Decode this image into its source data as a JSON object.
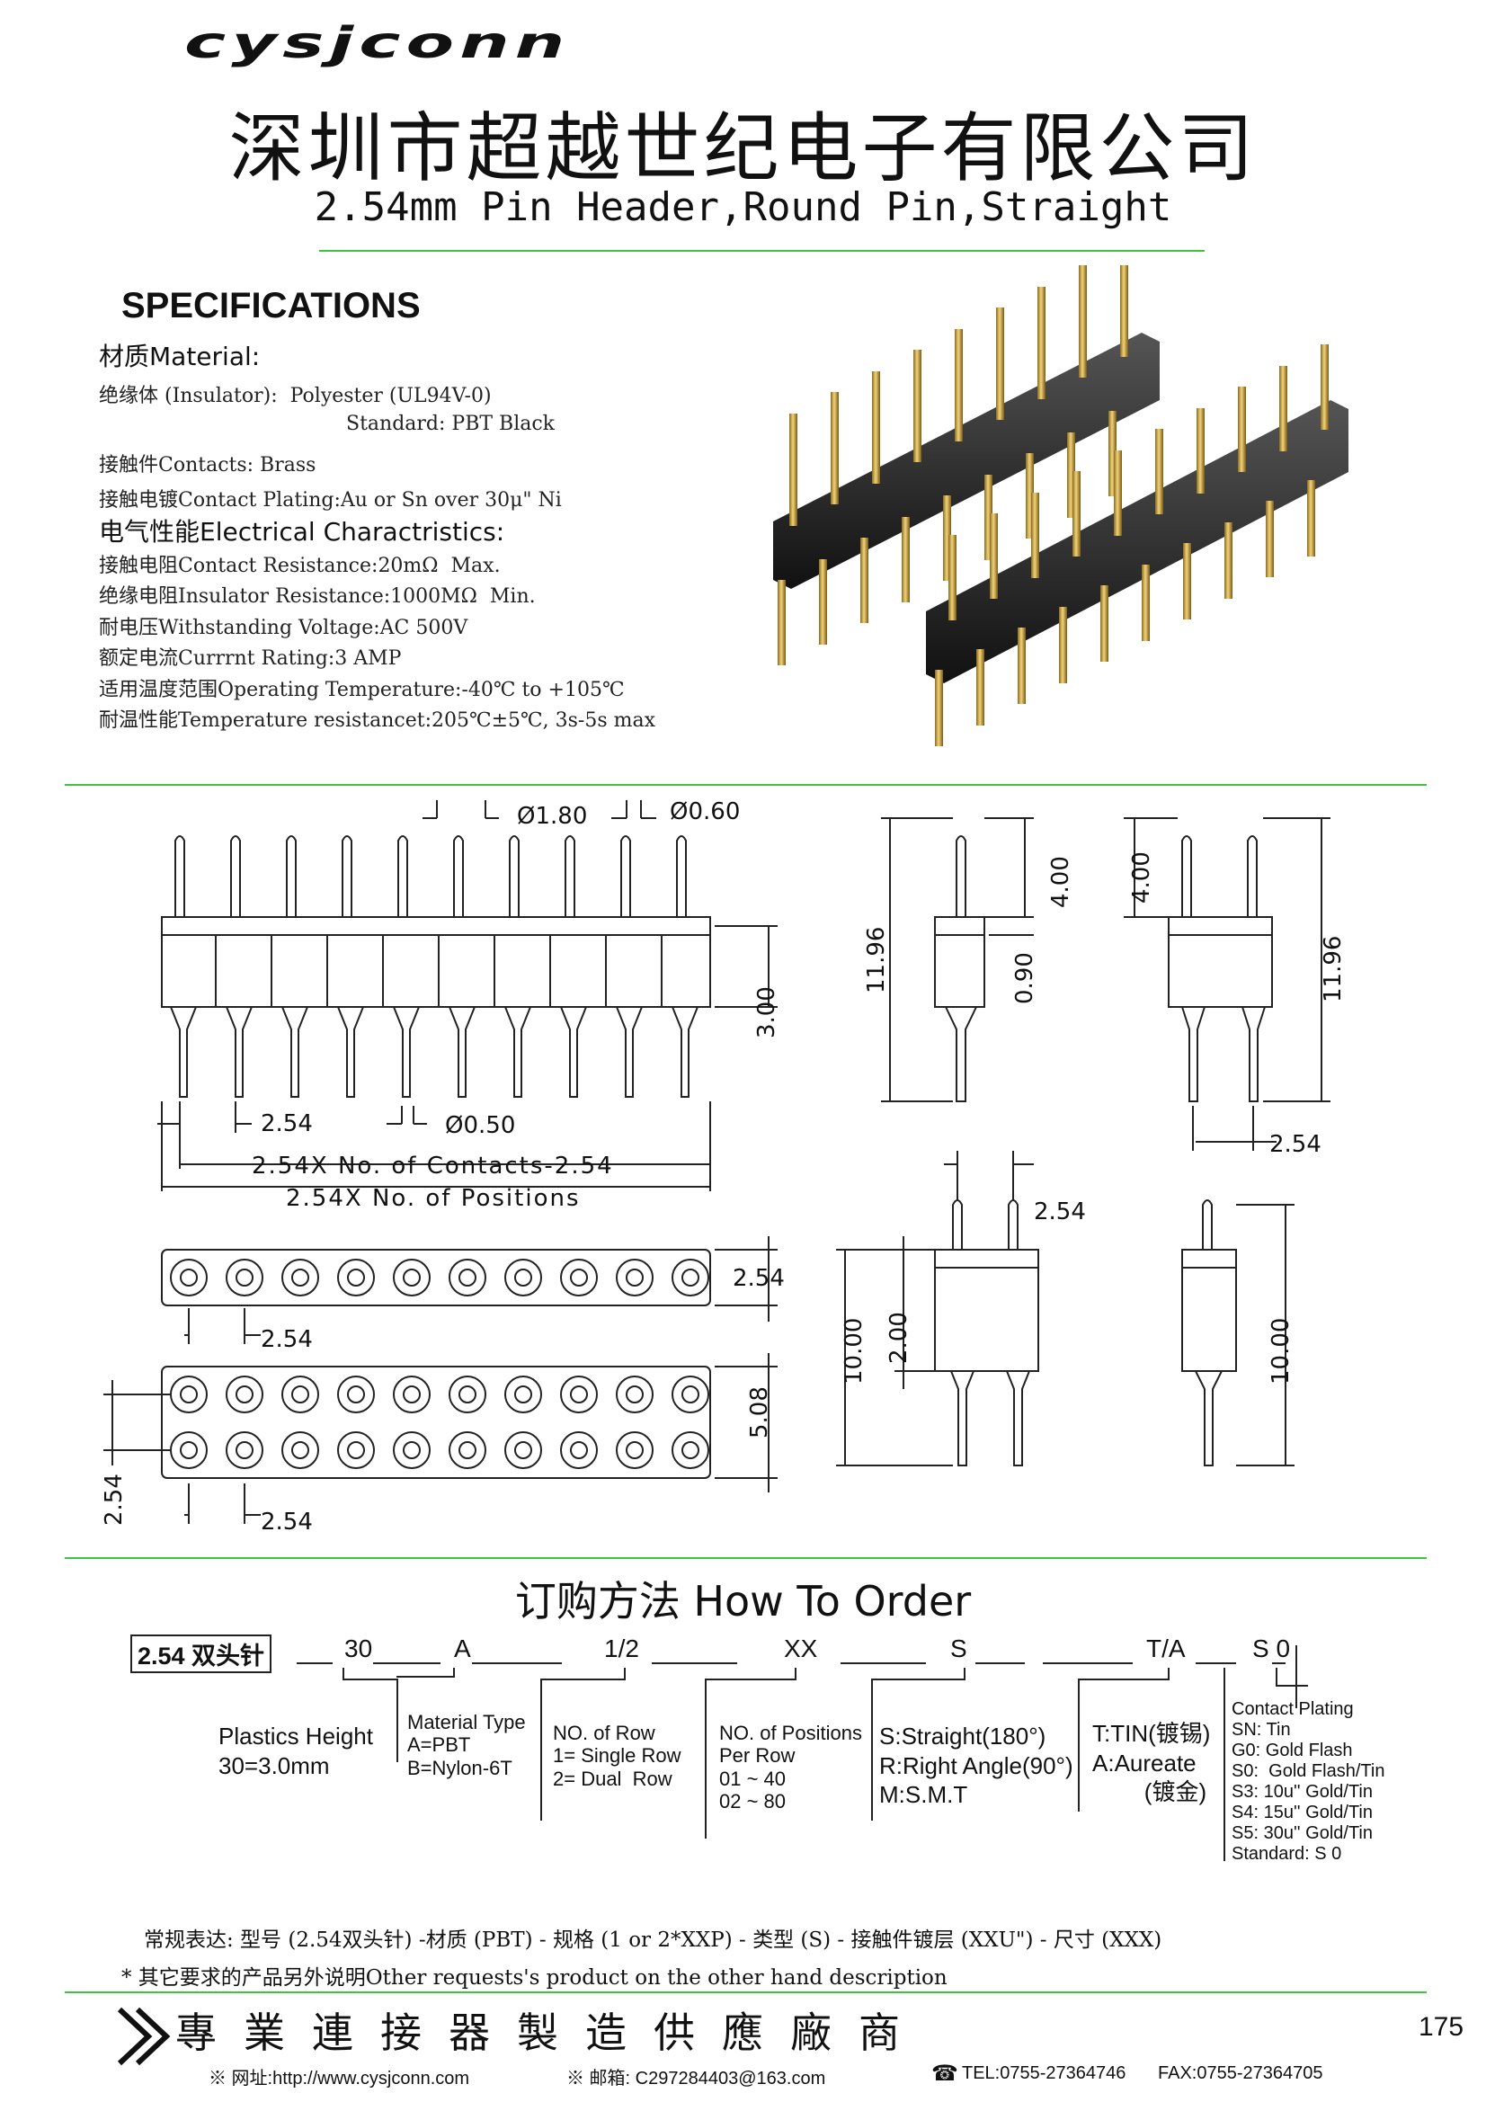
{
  "header": {
    "logo": "cysjconn",
    "company": "深圳市超越世纪电子有限公司",
    "title": "2.54mm Pin Header,Round Pin,Straight"
  },
  "specs": {
    "heading": "SPECIFICATIONS",
    "material_label": "材质Material:",
    "insulator": "绝缘体 (Insulator):  Polyester (UL94V-0)",
    "standard": "Standard: PBT Black",
    "contacts": "接触件Contacts: Brass",
    "plating": "接触电镀Contact Plating:Au or Sn over 30μ\" Ni",
    "electrical_label": "电气性能Electrical Charactristics:",
    "resistance": "接触电阻Contact Resistance:20mΩ  Max.",
    "insulator_res": "绝缘电阻Insulator Resistance:1000MΩ  Min.",
    "voltage": "耐电压Withstanding Voltage:AC 500V",
    "current": "额定电流Currrnt Rating:3 AMP",
    "temp": "适用温度范围Operating Temperature:-40℃ to +105℃",
    "temp_res": "耐温性能Temperature resistancet:205℃±5℃, 3s-5s max"
  },
  "drawing": {
    "d180": "Ø1.80",
    "d060": "Ø0.60",
    "d050": "Ø0.50",
    "p254": "2.54",
    "h300": "3.00",
    "h1196": "11.96",
    "h400": "4.00",
    "h090": "0.90",
    "h1000": "10.00",
    "h200": "2.00",
    "h508": "5.08",
    "len_contacts": "2.54X No. of Contacts-2.54",
    "len_positions": "2.54X No. of Positions"
  },
  "order": {
    "title": "订购方法  How To Order",
    "part": "2.54 双头针",
    "c30": "30",
    "cA": "A",
    "c12": "1/2",
    "cXX": "XX",
    "cS": "S",
    "cTA": "T/A",
    "cS0": "S 0",
    "height": "Plastics Height\n30=3.0mm",
    "material": "Material Type\nA=PBT\nB=Nylon-6T",
    "rows": "NO. of Row\n1= Single Row\n2= Dual  Row",
    "positions": "NO. of Positions\nPer Row\n01 ~ 40\n02 ~ 80",
    "type": "S:Straight(180°)\nR:Right Angle(90°)\nM:S.M.T",
    "tin": "T:TIN(镀锡)\nA:Aureate\n        (镀金)",
    "plating": "Contact Plating\nSN: Tin\nG0: Gold Flash\nS0:  Gold Flash/Tin\nS3: 10u'' Gold/Tin\nS4: 15u'' Gold/Tin\nS5: 30u'' Gold/Tin\nStandard: S 0"
  },
  "notes": {
    "regular": "常规表达: 型号 (2.54双头针) -材质 (PBT) - 规格 (1 or 2*XXP) - 类型 (S) - 接触件镀层 (XXU\") - 尺寸 (XXX)",
    "other": "* 其它要求的产品另外说明Other requests's product on the other hand description"
  },
  "footer": {
    "slogan": "專業連接器製造供應廠商",
    "page": "175",
    "web": "※ 网址:http://www.cysjconn.com",
    "mail": "※ 邮箱: C297284403@163.com",
    "tel": "TEL:0755-27364746",
    "fax": "FAX:0755-27364705"
  }
}
